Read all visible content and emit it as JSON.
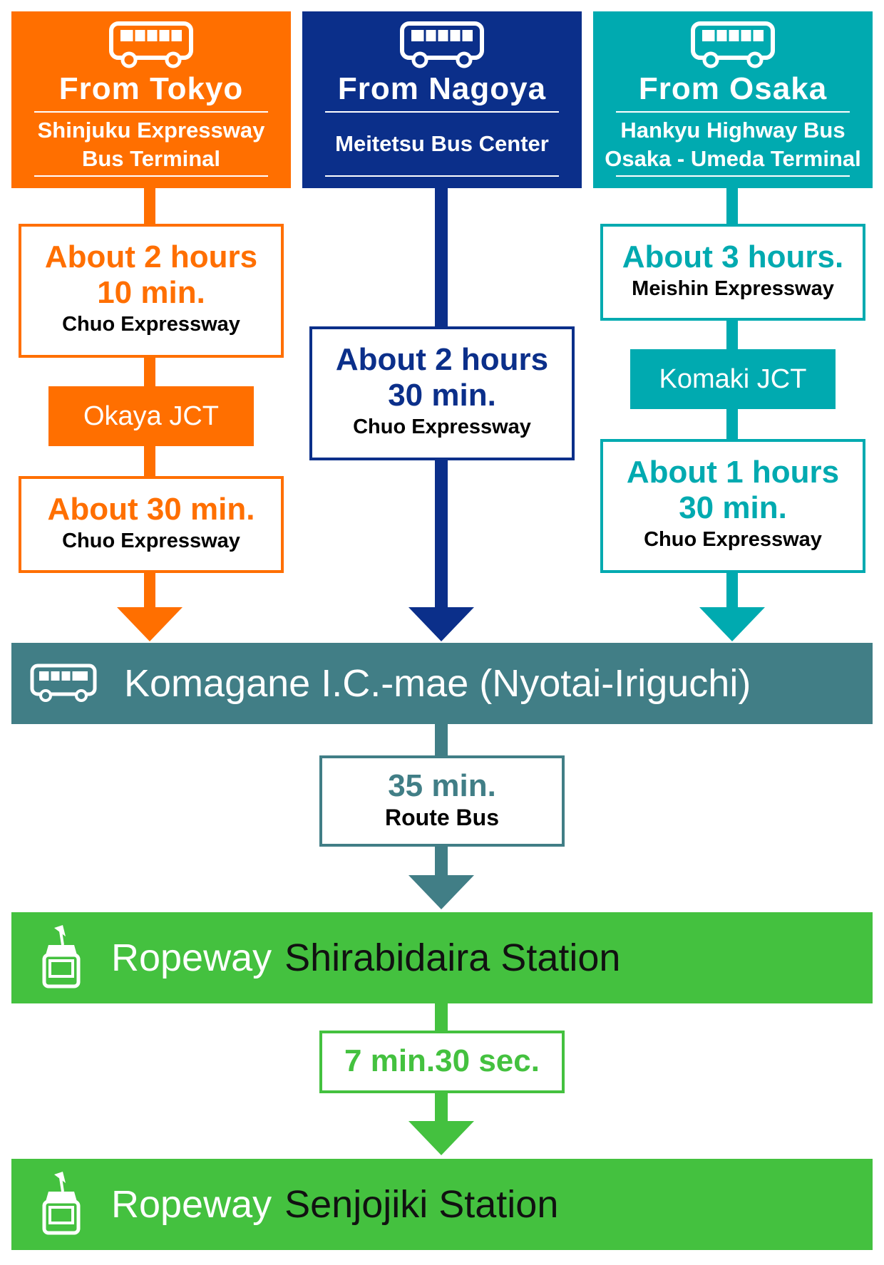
{
  "colors": {
    "tokyo": "#ff6f00",
    "nagoya": "#0b2f8a",
    "osaka": "#00aab0",
    "komagane": "#417e86",
    "ropeway": "#44c13f"
  },
  "columns": {
    "tokyo": {
      "title": "From Tokyo",
      "origin_line1": "Shinjuku Expressway",
      "origin_line2": "Bus Terminal",
      "leg1_time_line1": "About 2 hours",
      "leg1_time_line2": "10 min.",
      "leg1_road": "Chuo Expressway",
      "junction": "Okaya JCT",
      "leg2_time": "About 30 min.",
      "leg2_road": "Chuo Expressway"
    },
    "nagoya": {
      "title": "From Nagoya",
      "origin": "Meitetsu Bus Center",
      "leg_time_line1": "About 2 hours",
      "leg_time_line2": "30 min.",
      "leg_road": "Chuo Expressway"
    },
    "osaka": {
      "title": "From Osaka",
      "origin_line1": "Hankyu Highway Bus",
      "origin_line2": "Osaka - Umeda Terminal",
      "leg1_time": "About 3 hours.",
      "leg1_road": "Meishin Expressway",
      "junction": "Komaki JCT",
      "leg2_time_line1": "About 1 hours",
      "leg2_time_line2": "30 min.",
      "leg2_road": "Chuo Expressway"
    }
  },
  "komagane": {
    "label": "Komagane I.C.-mae (Nyotai-Iriguchi)",
    "leg_time": "35 min.",
    "leg_mode": "Route Bus"
  },
  "shirabidaira": {
    "prefix": "Ropeway",
    "name": "Shirabidaira Station",
    "leg_time": "7 min.30 sec."
  },
  "senjojiki": {
    "prefix": "Ropeway",
    "name": "Senjojiki Station"
  },
  "icons": [
    "bus-icon",
    "ropeway-gondola-icon"
  ]
}
